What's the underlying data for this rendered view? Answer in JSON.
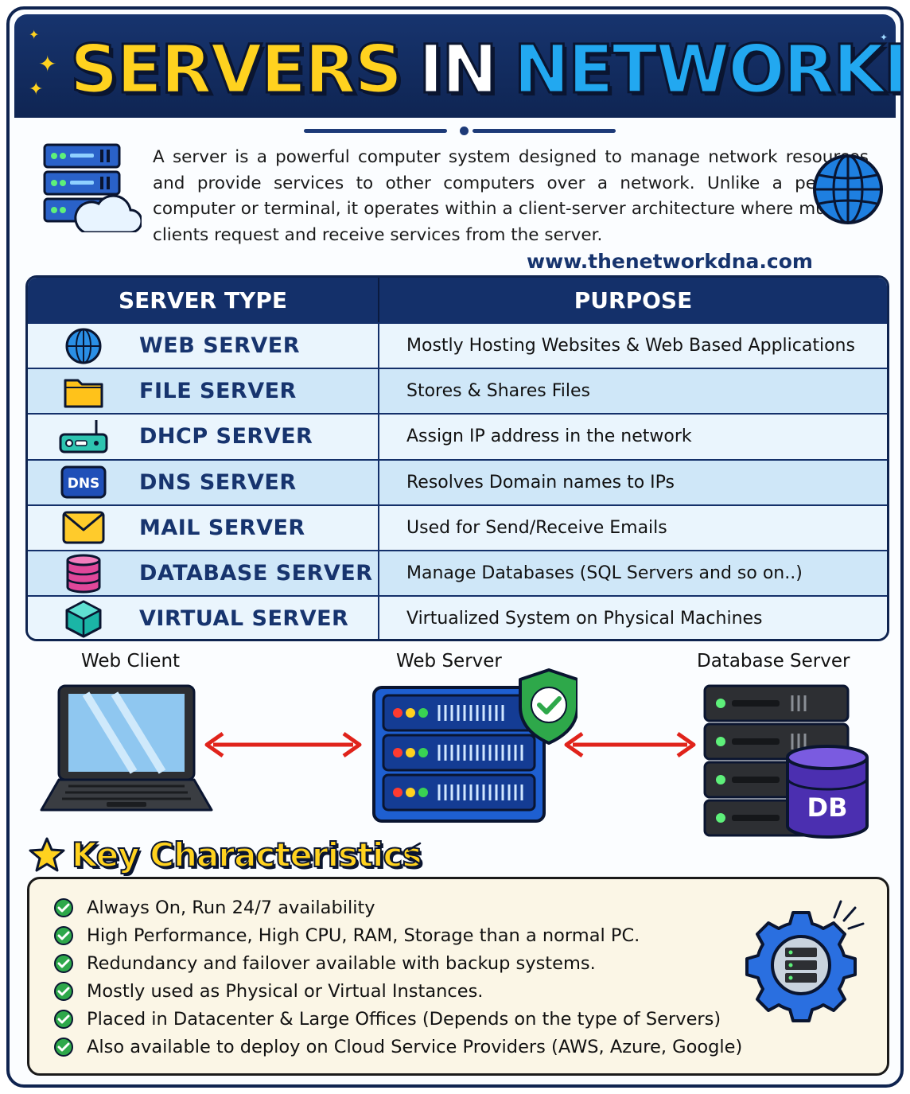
{
  "header": {
    "title_part1": "SERVERS",
    "title_part2": "IN",
    "title_part3": "NETWORKING"
  },
  "intro": {
    "text": "A server is a powerful computer system designed to manage network resources and provide services to other computers over a network. Unlike a personal computer or terminal, it operates within a client-server architecture where multiple clients request and receive services from the server.",
    "website": "www.thenetworkdna.com"
  },
  "table": {
    "col1_header": "SERVER TYPE",
    "col2_header": "PURPOSE",
    "rows": [
      {
        "icon": "globe-icon",
        "type": "WEB SERVER",
        "purpose": "Mostly Hosting Websites & Web Based Applications"
      },
      {
        "icon": "folder-icon",
        "type": "FILE SERVER",
        "purpose": "Stores & Shares Files"
      },
      {
        "icon": "router-icon",
        "type": "DHCP SERVER",
        "purpose": "Assign IP address in the network"
      },
      {
        "icon": "dns-icon",
        "type": "DNS SERVER",
        "purpose": "Resolves Domain names to IPs"
      },
      {
        "icon": "envelope-icon",
        "type": "MAIL SERVER",
        "purpose": "Used for Send/Receive Emails"
      },
      {
        "icon": "database-icon",
        "type": "DATABASE SERVER",
        "purpose": "Manage Databases (SQL Servers and so on..)"
      },
      {
        "icon": "cube-icon",
        "type": "VIRTUAL SERVER",
        "purpose": "Virtualized System on Physical Machines"
      }
    ]
  },
  "diagram": {
    "client_label": "Web Client",
    "server_label": "Web Server",
    "database_label": "Database Server",
    "dns_badge": "DNS",
    "db_badge": "DB"
  },
  "characteristics": {
    "title": "Key Characteristics",
    "items": [
      "Always On, Run 24/7 availability",
      "High Performance, High CPU, RAM, Storage than a normal PC.",
      "Redundancy and failover available with backup systems.",
      "Mostly used as Physical or Virtual Instances.",
      "Placed in Datacenter & Large Offices (Depends on the type of Servers)",
      "Also available to deploy on Cloud Service Providers (AWS, Azure, Google)"
    ]
  },
  "colors": {
    "navy": "#14306a",
    "title_yellow": "#ffd21f",
    "title_blue": "#22a8f0",
    "row_alt": "#cfe7f8",
    "row_base": "#eaf5fd",
    "arrow_red": "#e0231b",
    "check_green": "#2ea84a"
  }
}
